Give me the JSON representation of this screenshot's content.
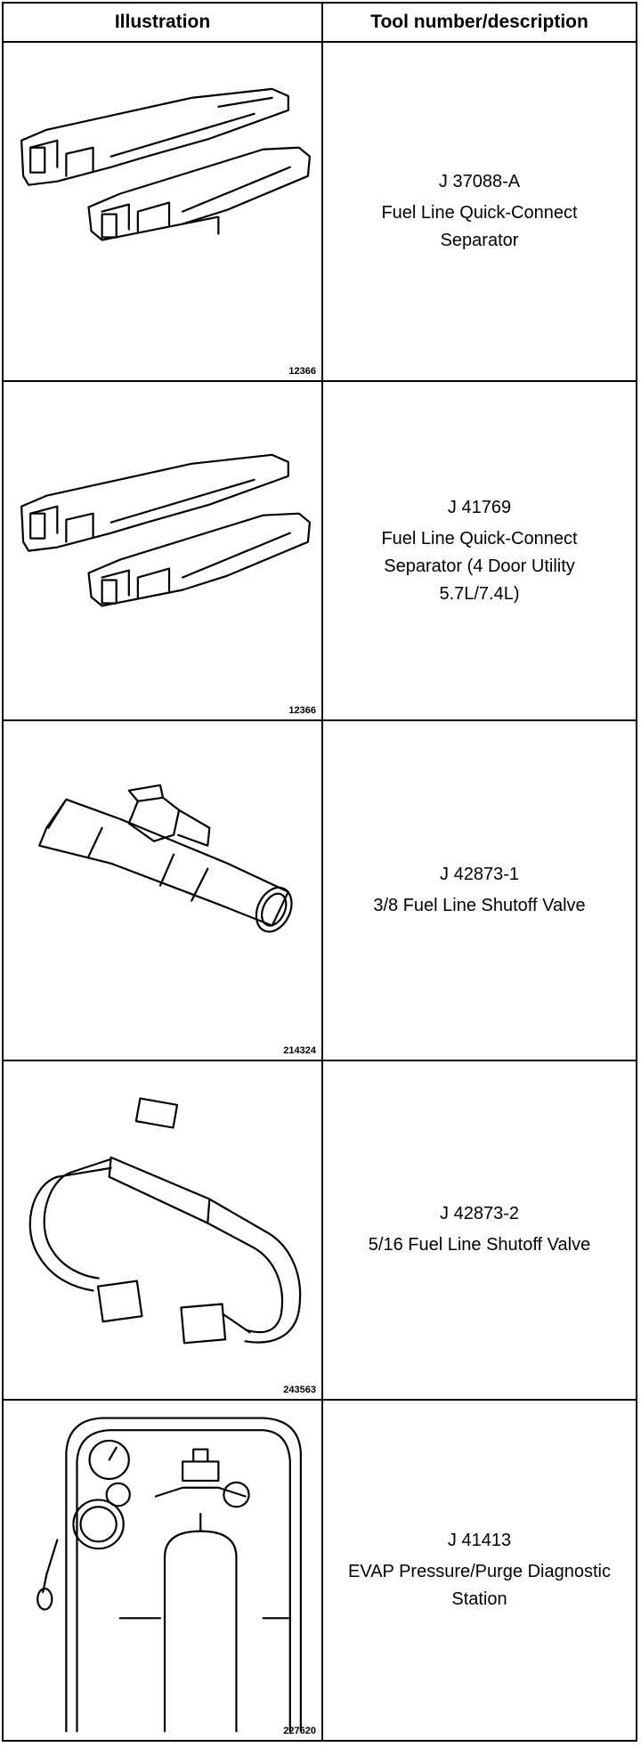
{
  "header": {
    "illustration": "Illustration",
    "tool": "Tool number/description"
  },
  "rows": [
    {
      "number": "J 37088-A",
      "description": "Fuel Line Quick-Connect Separator",
      "figure_id": "12366",
      "icon": "quick-connect-separator-icon"
    },
    {
      "number": "J 41769",
      "description": "Fuel Line Quick-Connect Separator (4 Door Utility 5.7L/7.4L)",
      "figure_id": "12366",
      "icon": "quick-connect-separator-icon"
    },
    {
      "number": "J 42873-1",
      "description": "3/8 Fuel Line Shutoff Valve",
      "figure_id": "214324",
      "icon": "shutoff-valve-icon"
    },
    {
      "number": "J 42873-2",
      "description": "5/16 Fuel Line Shutoff Valve",
      "figure_id": "243563",
      "icon": "shutoff-valve-hose-icon"
    },
    {
      "number": "J 41413",
      "description": "EVAP Pressure/Purge Diagnostic Station",
      "figure_id": "227620",
      "icon": "evap-station-icon"
    }
  ]
}
